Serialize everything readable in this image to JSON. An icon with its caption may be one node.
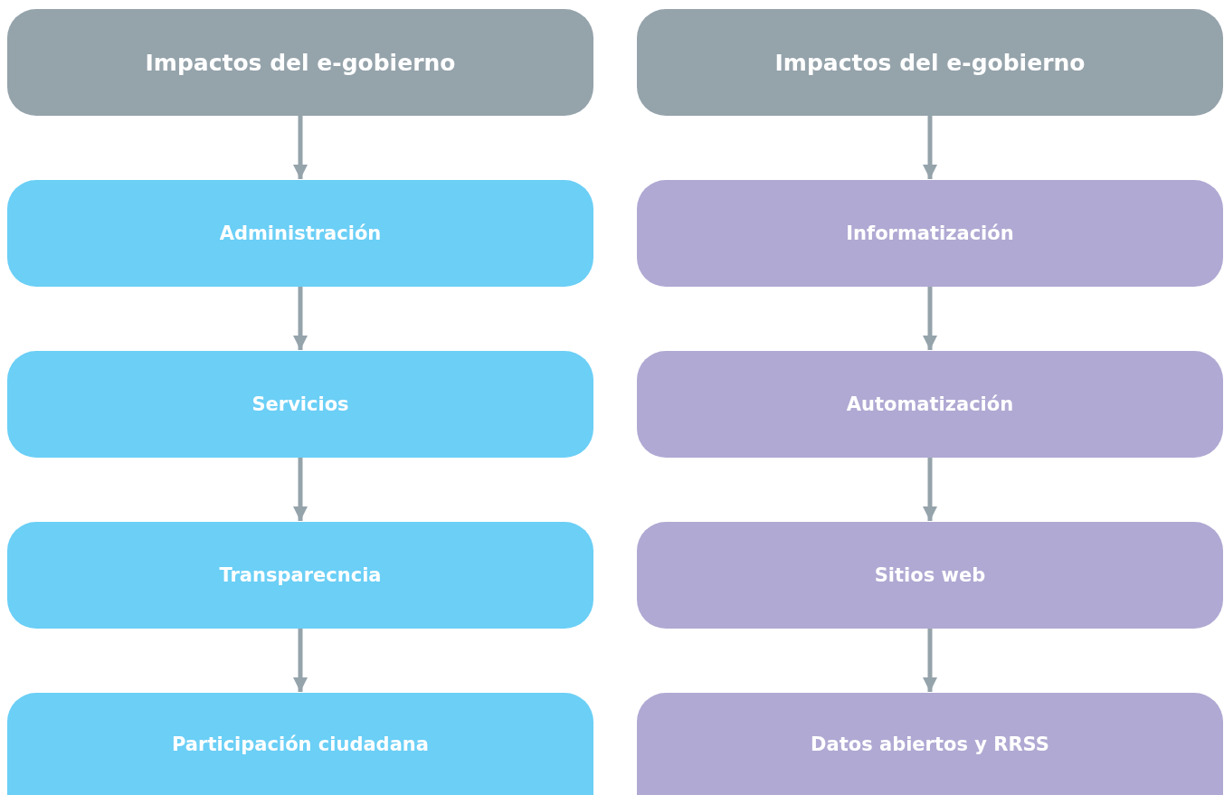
{
  "diagram": {
    "nodes": [
      {
        "text": [
          "Impactos del e-gobierno"
        ]
      },
      {
        "text": [
          "Administración"
        ]
      },
      {
        "text": [
          "Servicios"
        ]
      },
      {
        "text": [
          "Transparecncia"
        ]
      },
      {
        "text": [
          "Participación ciudadana"
        ]
      },
      {
        "text": [
          "Impactos del e-gobierno"
        ]
      },
      {
        "text": [
          "Informatización"
        ]
      },
      {
        "text": [
          "Automatización"
        ]
      },
      {
        "text": [
          "Sitios web"
        ]
      },
      {
        "text": [
          "Datos abiertos y RRSS"
        ]
      }
    ],
    "edges": [
      {
        "from": 0,
        "to": 1,
        "arrow": "to"
      },
      {
        "from": 1,
        "to": 2,
        "arrow": "to"
      },
      {
        "from": 2,
        "to": 3,
        "arrow": "to"
      },
      {
        "from": 3,
        "to": 4,
        "arrow": "to"
      },
      {
        "from": 5,
        "to": 6,
        "arrow": "to"
      },
      {
        "from": 6,
        "to": 7,
        "arrow": "to"
      },
      {
        "from": 7,
        "to": 8,
        "arrow": "to"
      },
      {
        "from": 8,
        "to": 9,
        "arrow": "to"
      }
    ]
  }
}
